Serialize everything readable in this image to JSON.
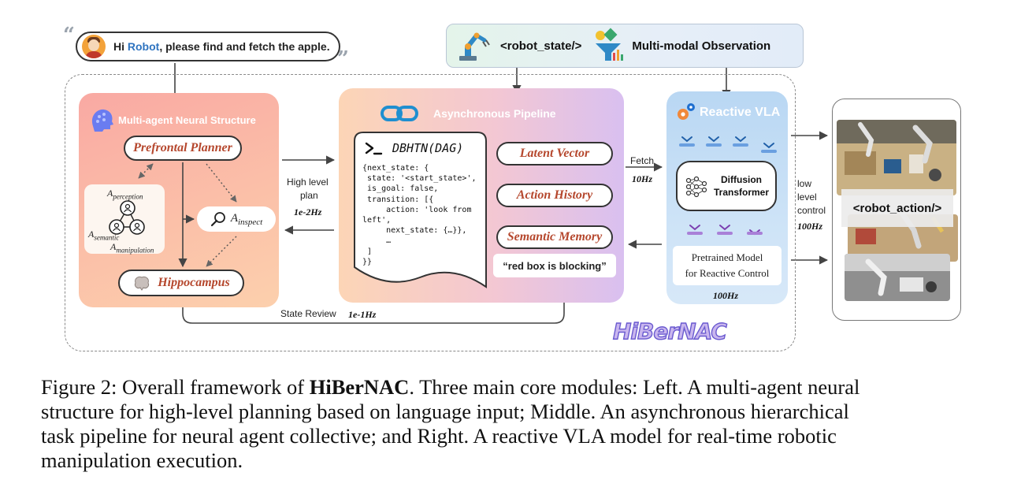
{
  "user_prompt": {
    "greeting": "Hi ",
    "highlight": "Robot",
    "rest": ", please find and fetch the apple."
  },
  "observation": {
    "state_tag": "<robot_state/>",
    "label": "Multi-modal Observation"
  },
  "left_module": {
    "title": "Multi-agent Neural Structure",
    "planner": "Prefrontal Planner",
    "hippocampus": "Hippocampus",
    "agents": {
      "perception_base": "A",
      "perception_sub": "perception",
      "semantic_base": "A",
      "semantic_sub": "semantic",
      "manipulation_base": "A",
      "manipulation_sub": "manipulation",
      "inspect_base": "A",
      "inspect_sub": "inspect"
    }
  },
  "middle_module": {
    "title": "Asynchronous Pipeline",
    "dag_title": "DBHTN(DAG)",
    "code_lines": [
      "{next_state: {",
      " state: '<start_state>',",
      " is_goal: false,",
      " transition: [{",
      "     action: 'look from",
      "left',",
      "     next_state: {…}},",
      "     …",
      " ]",
      "}}"
    ],
    "memories": [
      "Latent Vector",
      "Action History",
      "Semantic Memory"
    ],
    "memo_text": "“red box is blocking”"
  },
  "right_module": {
    "title": "Reactive VLA",
    "dit_line1": "Diffusion",
    "dit_line2": "Transformer",
    "pretrained_line1": "Pretrained Model",
    "pretrained_line2": "for Reactive Control",
    "freq": "100Hz"
  },
  "connections": {
    "high_level_line1": "High level",
    "high_level_line2": "plan",
    "high_level_freq": "1e-2Hz",
    "fetch_label": "Fetch",
    "fetch_freq": "10Hz",
    "low_level_line1": "low",
    "low_level_line2": "level",
    "low_level_line3": "control",
    "low_level_freq": "100Hz",
    "state_review_label": "State Review",
    "state_review_freq": "1e-1Hz"
  },
  "output": {
    "action_tag": "<robot_action/>"
  },
  "logo": "HiBerNAC",
  "caption": {
    "line1_pre": "Figure 2: Overall framework of ",
    "line1_bold": "HiBerNAC",
    "line1_post": ". Three main core modules: Left. A multi-agent neural",
    "line2": "structure for high-level planning based on language input; Middle. An asynchronous hierarchical",
    "line3": "task pipeline for neural agent collective; and Right. A reactive VLA model for real-time robotic",
    "line4": "manipulation execution."
  },
  "colors": {
    "left_panel": "#f9a9a3",
    "middle_panel": "#e6c6e0",
    "right_panel": "#b9d7f3",
    "italic_label": "#b5472d",
    "highlight_blue": "#2f74c0",
    "logo_fill": "#c9b6ee"
  }
}
